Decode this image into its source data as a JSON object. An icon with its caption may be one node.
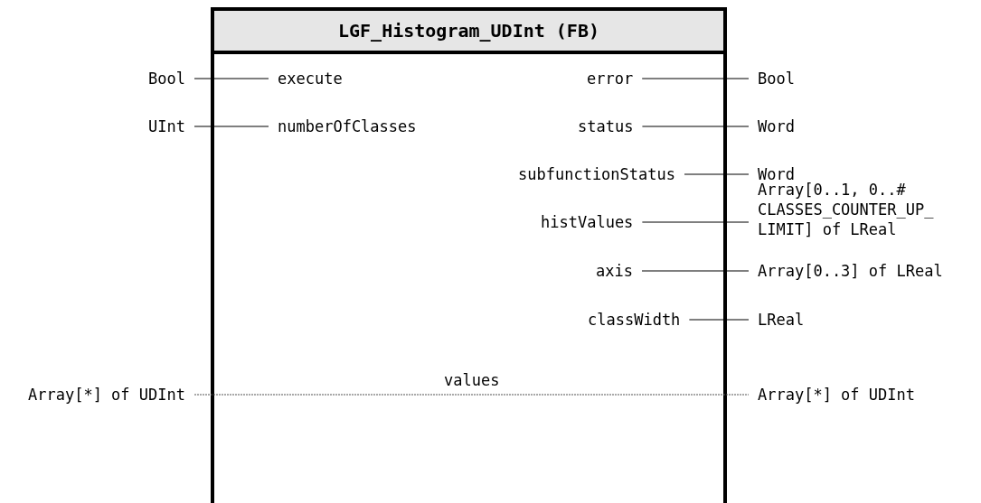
{
  "diagram": {
    "nodes": [
      {
        "text": [
          "LGF_Histogram_UDInt (FB)"
        ]
      },
      {
        "text": [
          "Bool"
        ]
      },
      {
        "text": [
          "execute"
        ],
        "in": 0
      },
      {
        "text": [
          "error"
        ],
        "in": 0
      },
      {
        "text": [
          "Bool"
        ]
      },
      {
        "text": [
          "UInt"
        ]
      },
      {
        "text": [
          "numberOfClasses"
        ],
        "in": 0
      },
      {
        "text": [
          "status"
        ],
        "in": 0
      },
      {
        "text": [
          "Word"
        ]
      },
      {
        "text": [
          "subfunctionStatus"
        ],
        "in": 0
      },
      {
        "text": [
          "Word"
        ]
      },
      {
        "text": [
          "histValues"
        ],
        "in": 0
      },
      {
        "text": [
          "Array[0..1, 0..# CLASSES_COUNTER_UP_ LIMIT] of LReal"
        ]
      },
      {
        "text": [
          "axis"
        ],
        "in": 0
      },
      {
        "text": [
          "Array[0..3] of LReal"
        ]
      },
      {
        "text": [
          "classWidth"
        ],
        "in": 0
      },
      {
        "text": [
          "LReal"
        ]
      },
      {
        "text": [
          "Array[*] of UDInt"
        ]
      },
      {
        "text": [
          "Array[*] of UDInt"
        ]
      }
    ],
    "edges": [
      {
        "from": 1,
        "to": 2,
        "arrow": "none"
      },
      {
        "from": 3,
        "to": 4,
        "arrow": "none"
      },
      {
        "from": 5,
        "to": 6,
        "arrow": "none"
      },
      {
        "from": 7,
        "to": 8,
        "arrow": "none"
      },
      {
        "from": 9,
        "to": 10,
        "arrow": "none"
      },
      {
        "from": 11,
        "to": 12,
        "arrow": "none"
      },
      {
        "from": 13,
        "to": 14,
        "arrow": "none"
      },
      {
        "from": 15,
        "to": 16,
        "arrow": "none"
      },
      {
        "from": 17,
        "to": 18,
        "arrow": "none",
        "label": "values",
        "style": "dashed"
      }
    ]
  }
}
